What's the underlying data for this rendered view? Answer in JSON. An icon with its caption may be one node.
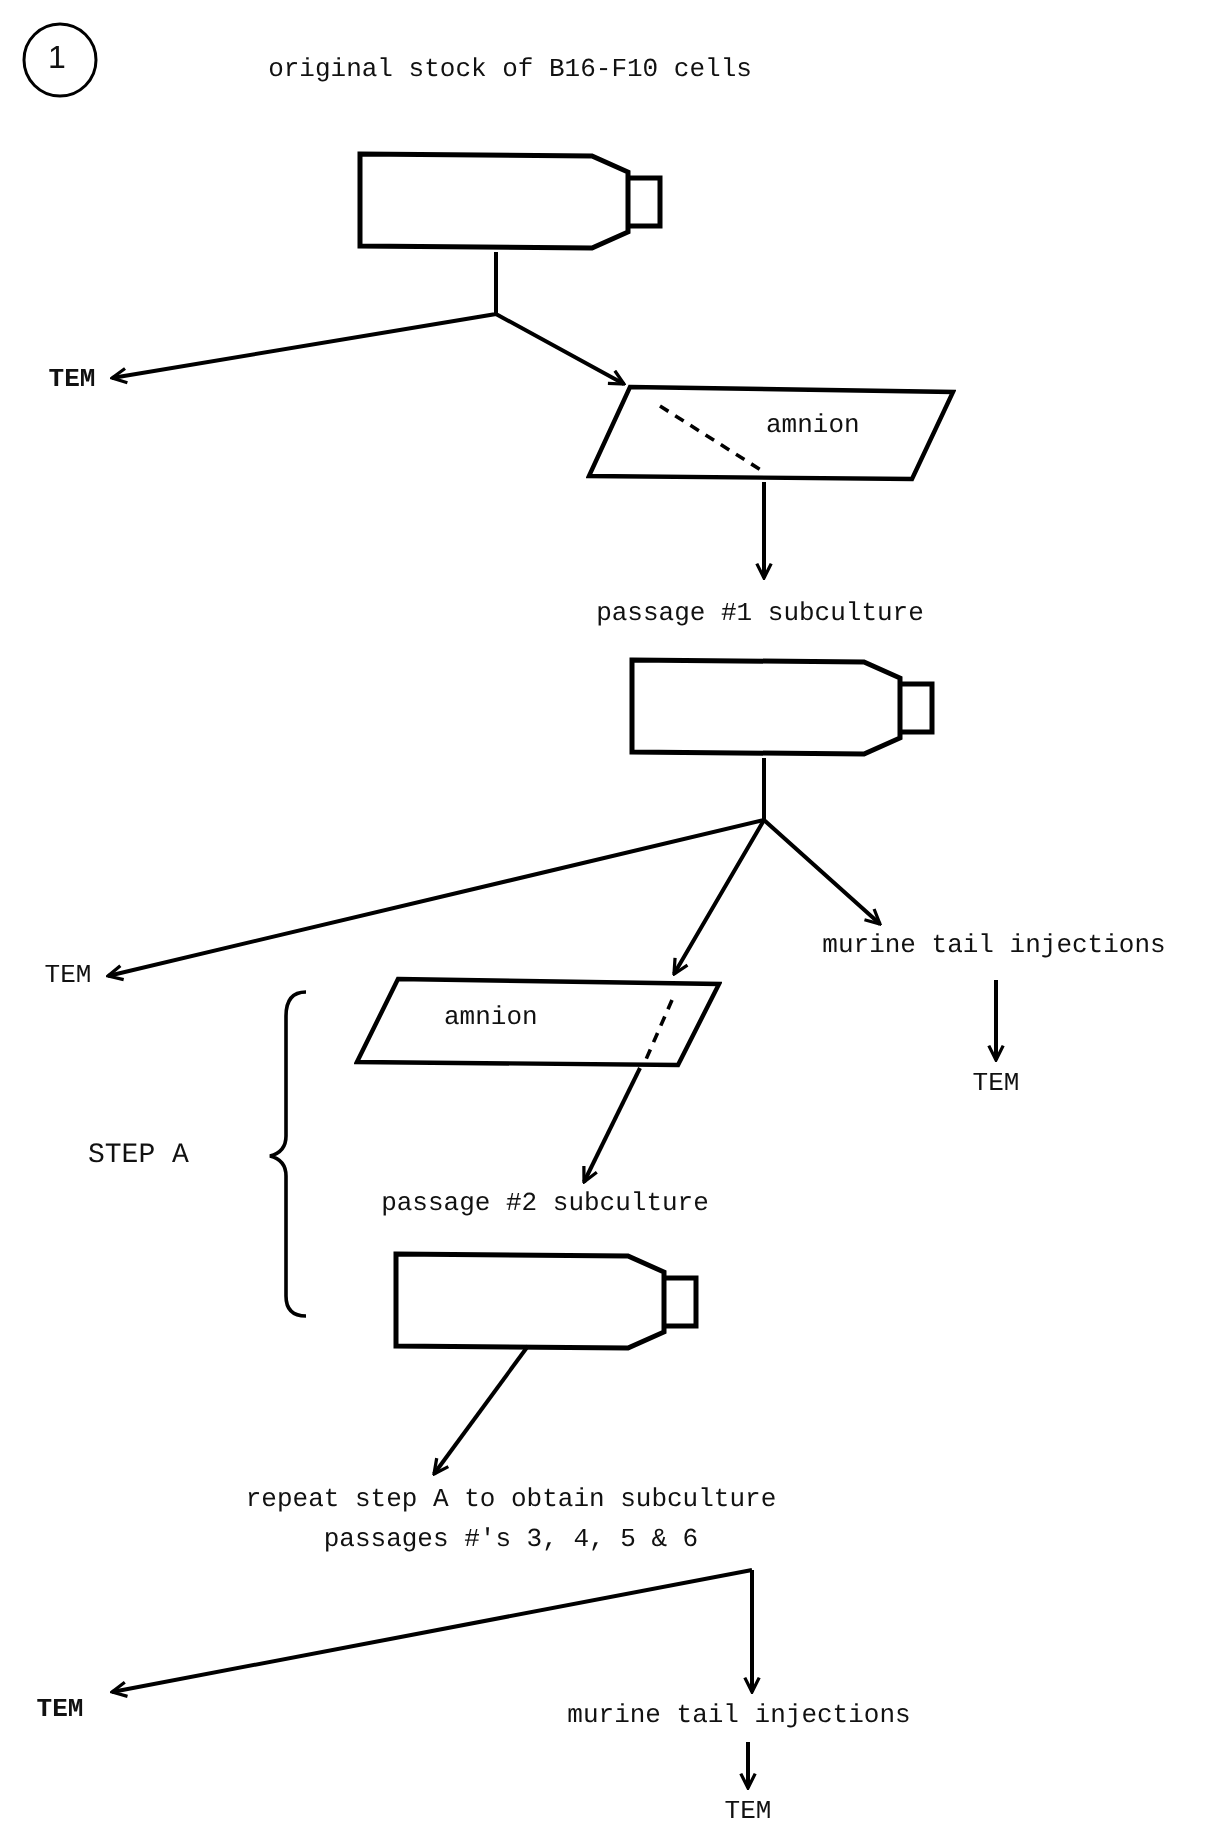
{
  "diagram": {
    "nodes": [
      {
        "text": [
          "original stock of B16-F10 cells"
        ]
      },
      {
        "text": [
          "TEM"
        ]
      },
      {
        "text": [
          "amnion"
        ]
      },
      {
        "text": [
          "passage #1 subculture"
        ]
      },
      {
        "text": [
          "TEM"
        ]
      },
      {
        "text": [
          "murine tail injections"
        ]
      },
      {
        "text": [
          "TEM"
        ]
      },
      {
        "text": [
          "amnion"
        ]
      },
      {
        "text": [
          "passage #2 subculture"
        ]
      },
      {
        "text": [
          "repeat step A to obtain subculture passages #'s 3, 4, 5 & 6"
        ]
      },
      {
        "text": [
          "TEM"
        ]
      },
      {
        "text": [
          "murine tail injections"
        ]
      },
      {
        "text": [
          "TEM"
        ]
      }
    ],
    "edges": [
      {
        "from": 0,
        "to": 1,
        "arrow": "to"
      },
      {
        "from": 0,
        "to": 2,
        "arrow": "to"
      },
      {
        "from": 2,
        "to": 3,
        "arrow": "to"
      },
      {
        "from": 3,
        "to": 4,
        "arrow": "to"
      },
      {
        "from": 3,
        "to": 5,
        "arrow": "to"
      },
      {
        "from": 3,
        "to": 7,
        "arrow": "to"
      },
      {
        "from": 5,
        "to": 6,
        "arrow": "to"
      },
      {
        "from": 7,
        "to": 8,
        "arrow": "to"
      },
      {
        "from": 8,
        "to": 9,
        "arrow": "to"
      },
      {
        "from": 9,
        "to": 10,
        "arrow": "to"
      },
      {
        "from": 9,
        "to": 11,
        "arrow": "to"
      },
      {
        "from": 11,
        "to": 12,
        "arrow": "to"
      }
    ],
    "labels": [
      "1",
      "STEP A"
    ]
  }
}
